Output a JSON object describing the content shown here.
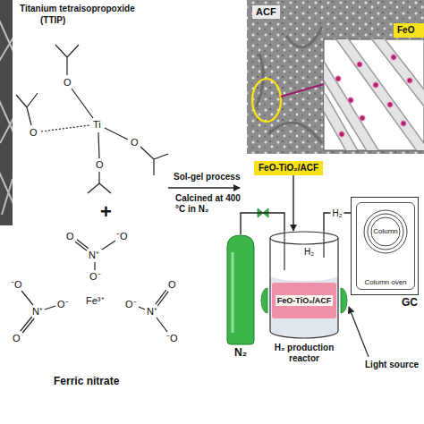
{
  "diagram": {
    "nodes": [
      {
        "text": [
          "ACF"
        ]
      },
      {
        "text": [
          "FeO"
        ]
      },
      {
        "text": [
          "FeO-TiO₂/ACF"
        ]
      },
      {
        "text": [
          "N₂"
        ]
      },
      {
        "text": [
          "H₂ production reactor"
        ]
      },
      {
        "text": [
          "FeO-TiO₂/ACF"
        ],
        "in": 4
      },
      {
        "text": [
          "GC"
        ]
      },
      {
        "text": [
          "Column oven"
        ],
        "in": 6
      },
      {
        "text": [
          "Column"
        ],
        "in": 7
      }
    ],
    "edges": [
      {
        "from": 2,
        "to": 4,
        "arrow": "to"
      },
      {
        "from": 3,
        "to": 4,
        "arrow": "none"
      },
      {
        "from": 4,
        "to": 6,
        "arrow": "none",
        "label": "H₂"
      }
    ],
    "labels": [
      "Titanium tetraisopropoxide",
      "(TTIP)",
      "O",
      "O",
      "Ti",
      "O",
      "O",
      "+",
      "O",
      "⁻O",
      "N⁺",
      "O⁻",
      "⁻O",
      "N⁺",
      "O⁻",
      "O",
      "Fe³⁺",
      "O⁻",
      "N⁺",
      "O",
      "⁻O",
      "Ferric nitrate",
      "Sol-gel process",
      "Calcined at 400 °C in N₂",
      "H₂",
      "Light source"
    ]
  }
}
